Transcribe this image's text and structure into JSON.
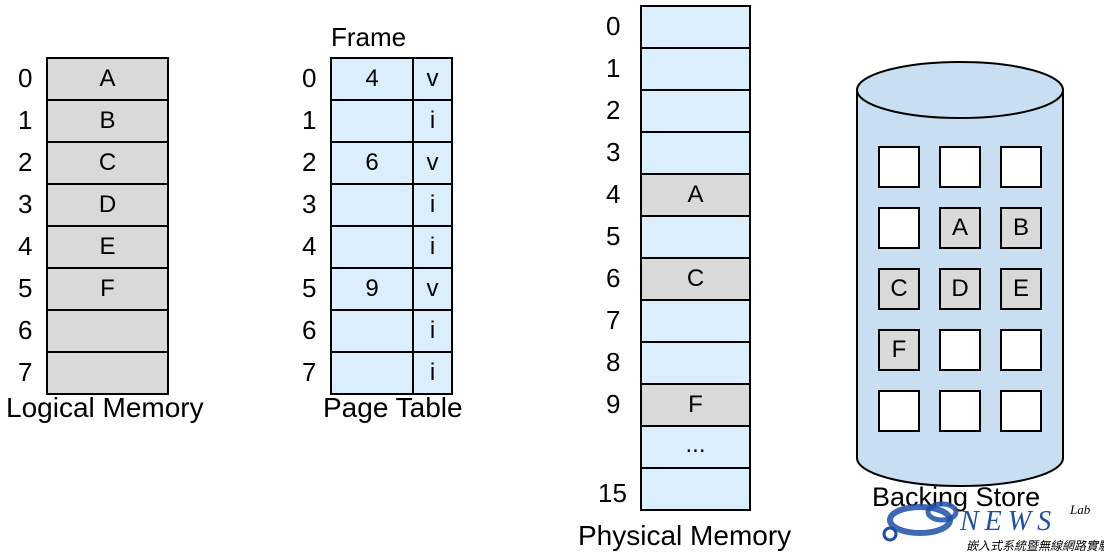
{
  "logical_memory": {
    "caption": "Logical Memory",
    "rows": [
      {
        "index": "0",
        "content": "A"
      },
      {
        "index": "1",
        "content": "B"
      },
      {
        "index": "2",
        "content": "C"
      },
      {
        "index": "3",
        "content": "D"
      },
      {
        "index": "4",
        "content": "E"
      },
      {
        "index": "5",
        "content": "F"
      },
      {
        "index": "6",
        "content": ""
      },
      {
        "index": "7",
        "content": ""
      }
    ]
  },
  "page_table": {
    "header": "Frame",
    "caption": "Page Table",
    "rows": [
      {
        "index": "0",
        "frame": "4",
        "bit": "v"
      },
      {
        "index": "1",
        "frame": "",
        "bit": "i"
      },
      {
        "index": "2",
        "frame": "6",
        "bit": "v"
      },
      {
        "index": "3",
        "frame": "",
        "bit": "i"
      },
      {
        "index": "4",
        "frame": "",
        "bit": "i"
      },
      {
        "index": "5",
        "frame": "9",
        "bit": "v"
      },
      {
        "index": "6",
        "frame": "",
        "bit": "i"
      },
      {
        "index": "7",
        "frame": "",
        "bit": "i"
      }
    ]
  },
  "physical_memory": {
    "caption": "Physical Memory",
    "rows": [
      {
        "index": "0",
        "content": "",
        "filled": false
      },
      {
        "index": "1",
        "content": "",
        "filled": false
      },
      {
        "index": "2",
        "content": "",
        "filled": false
      },
      {
        "index": "3",
        "content": "",
        "filled": false
      },
      {
        "index": "4",
        "content": "A",
        "filled": true
      },
      {
        "index": "5",
        "content": "",
        "filled": false
      },
      {
        "index": "6",
        "content": "C",
        "filled": true
      },
      {
        "index": "7",
        "content": "",
        "filled": false
      },
      {
        "index": "8",
        "content": "",
        "filled": false
      },
      {
        "index": "9",
        "content": "F",
        "filled": true
      },
      {
        "index": "",
        "content": "...",
        "filled": false
      },
      {
        "index": "15",
        "content": "",
        "filled": false
      }
    ]
  },
  "backing_store": {
    "caption": "Backing Store",
    "grid": [
      [
        "",
        "",
        ""
      ],
      [
        "",
        "A",
        "B"
      ],
      [
        "C",
        "D",
        "E"
      ],
      [
        "F",
        "",
        ""
      ],
      [
        "",
        "",
        ""
      ]
    ]
  },
  "watermark": {
    "brand": "NEWS",
    "suffix": "Lab",
    "tagline": "嵌入式系統暨無線網路實驗室"
  },
  "colors": {
    "logical_fill": "#d9d9d9",
    "frame_fill": "#dbeefb",
    "cylinder_fill": "#c9def0",
    "logo_blue": "#1e4fa8"
  }
}
